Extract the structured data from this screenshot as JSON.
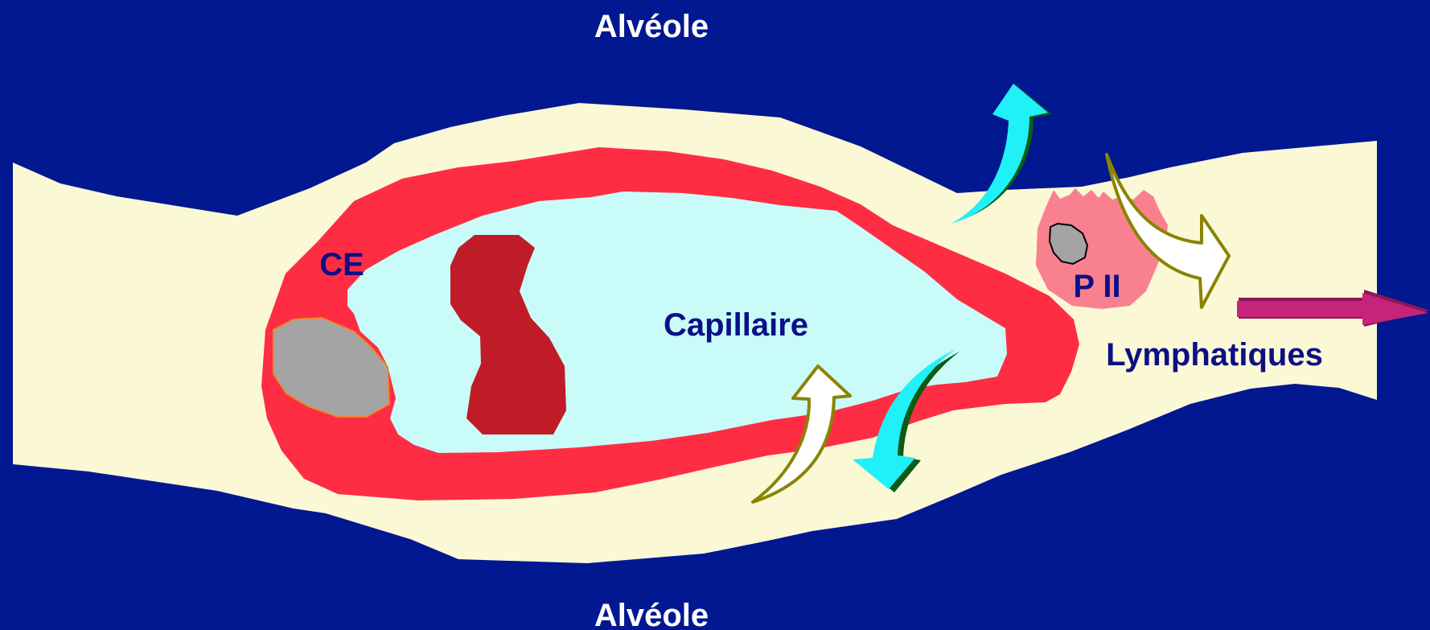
{
  "colors": {
    "background": "#021891",
    "interstitium": "#FBF8D6",
    "endothelium": "#FE2D44",
    "capillary_lumen": "#C9FBF8",
    "red_blood_cell": "#C01C27",
    "nucleus": "#A4A4A4",
    "pneumocyte": "#F9818F",
    "cyan_arrow": "#20F0F8",
    "white_arrow": "#FFFFFF",
    "arrow_outline": "#8A8400",
    "lymph_arrow": "#C4247A",
    "label_dark": "#0D0F86",
    "label_white": "#FFFFFF"
  },
  "labels": {
    "alveole_top": "Alvéole",
    "alveole_bottom": "Alvéole",
    "endothelial_cell": "CE",
    "capillary": "Capillaire",
    "pneumocyte": "P II",
    "lymphatics": "Lymphatiques"
  },
  "icons": {
    "cyan_arrows": "curved-arrow-icon",
    "white_arrows": "curved-arrow-icon",
    "lymph_flow": "straight-arrow-icon"
  }
}
